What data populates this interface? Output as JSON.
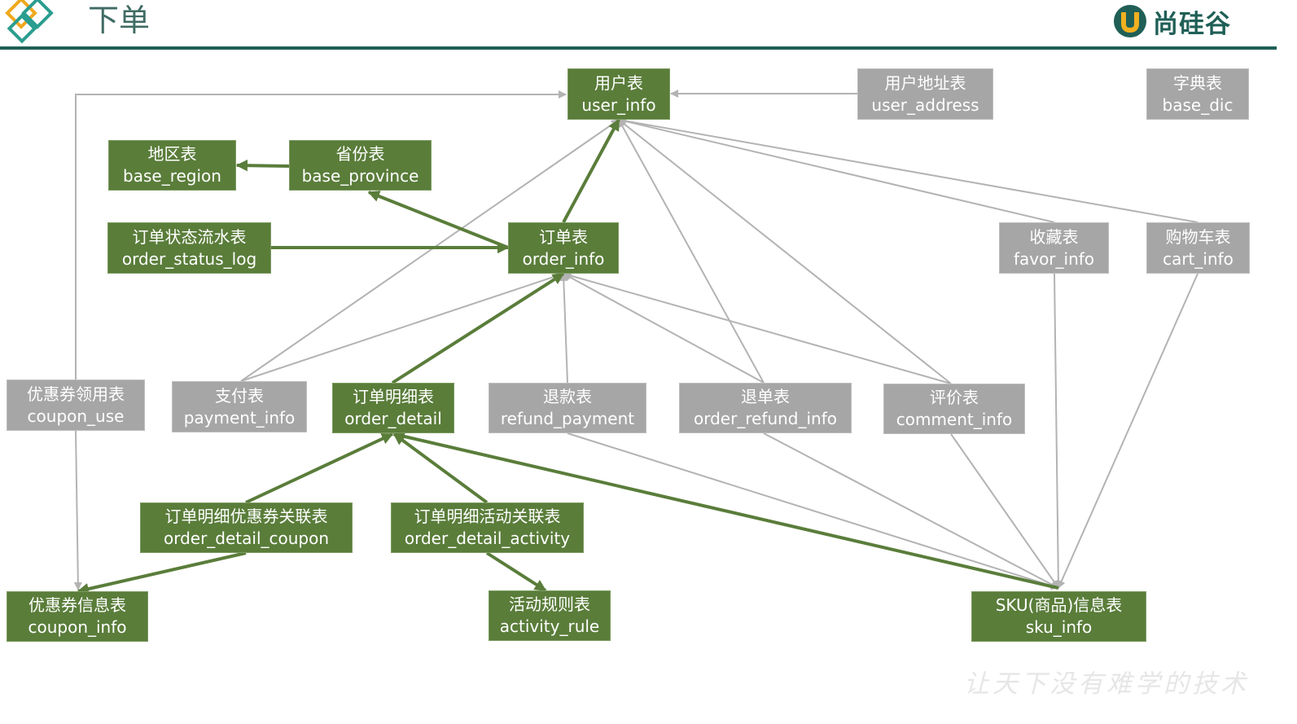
{
  "header": {
    "title": "下单",
    "brand_name": "尚硅谷",
    "brand_color": "#1f5f56",
    "logo_icon": "diamond-logo-icon",
    "brand_icon": "u-logo-icon"
  },
  "colors": {
    "green_table": "#5a7d3a",
    "gray_table": "#a6a6a6",
    "green_edge": "#5a7d3a",
    "gray_edge": "#b3b3b3"
  },
  "nodes": [
    {
      "id": "user_info",
      "cn": "用户表",
      "en": "user_info",
      "style": "green"
    },
    {
      "id": "user_address",
      "cn": "用户地址表",
      "en": "user_address",
      "style": "gray"
    },
    {
      "id": "base_dic",
      "cn": "字典表",
      "en": "base_dic",
      "style": "gray"
    },
    {
      "id": "base_region",
      "cn": "地区表",
      "en": "base_region",
      "style": "green"
    },
    {
      "id": "base_province",
      "cn": "省份表",
      "en": "base_province",
      "style": "green"
    },
    {
      "id": "order_status_log",
      "cn": "订单状态流水表",
      "en": "order_status_log",
      "style": "green"
    },
    {
      "id": "order_info",
      "cn": "订单表",
      "en": "order_info",
      "style": "green"
    },
    {
      "id": "favor_info",
      "cn": "收藏表",
      "en": "favor_info",
      "style": "gray"
    },
    {
      "id": "cart_info",
      "cn": "购物车表",
      "en": "cart_info",
      "style": "gray"
    },
    {
      "id": "coupon_use",
      "cn": "优惠券领用表",
      "en": "coupon_use",
      "style": "gray"
    },
    {
      "id": "payment_info",
      "cn": "支付表",
      "en": "payment_info",
      "style": "gray"
    },
    {
      "id": "order_detail",
      "cn": "订单明细表",
      "en": "order_detail",
      "style": "green"
    },
    {
      "id": "refund_payment",
      "cn": "退款表",
      "en": "refund_payment",
      "style": "gray"
    },
    {
      "id": "order_refund_info",
      "cn": "退单表",
      "en": "order_refund_info",
      "style": "gray"
    },
    {
      "id": "comment_info",
      "cn": "评价表",
      "en": "comment_info",
      "style": "gray"
    },
    {
      "id": "order_detail_coupon",
      "cn": "订单明细优惠券关联表",
      "en": "order_detail_coupon",
      "style": "green"
    },
    {
      "id": "order_detail_activity",
      "cn": "订单明细活动关联表",
      "en": "order_detail_activity",
      "style": "green"
    },
    {
      "id": "coupon_info",
      "cn": "优惠券信息表",
      "en": "coupon_info",
      "style": "green"
    },
    {
      "id": "activity_rule",
      "cn": "活动规则表",
      "en": "activity_rule",
      "style": "green"
    },
    {
      "id": "sku_info",
      "cn": "SKU(商品)信息表",
      "en": "sku_info",
      "style": "green"
    }
  ],
  "edges": [
    {
      "from": "order_info",
      "to": "user_info",
      "style": "green"
    },
    {
      "from": "base_province",
      "to": "base_region",
      "style": "green"
    },
    {
      "from": "order_info",
      "to": "base_province",
      "style": "green"
    },
    {
      "from": "order_status_log",
      "to": "order_info",
      "style": "green"
    },
    {
      "from": "order_detail",
      "to": "order_info",
      "style": "green"
    },
    {
      "from": "order_detail_coupon",
      "to": "order_detail",
      "style": "green"
    },
    {
      "from": "order_detail_activity",
      "to": "order_detail",
      "style": "green"
    },
    {
      "from": "order_detail_coupon",
      "to": "coupon_info",
      "style": "green"
    },
    {
      "from": "order_detail_activity",
      "to": "activity_rule",
      "style": "green"
    },
    {
      "from": "sku_info",
      "to": "order_detail",
      "style": "green"
    },
    {
      "from": "user_address",
      "to": "user_info",
      "style": "gray"
    },
    {
      "from": "coupon_use",
      "to": "user_info",
      "style": "gray",
      "path": "elbow"
    },
    {
      "from": "coupon_use",
      "to": "coupon_info",
      "style": "gray"
    },
    {
      "from": "payment_info",
      "to": "user_info",
      "style": "gray"
    },
    {
      "from": "order_refund_info",
      "to": "user_info",
      "style": "gray"
    },
    {
      "from": "comment_info",
      "to": "user_info",
      "style": "gray"
    },
    {
      "from": "favor_info",
      "to": "user_info",
      "style": "gray"
    },
    {
      "from": "cart_info",
      "to": "user_info",
      "style": "gray"
    },
    {
      "from": "payment_info",
      "to": "order_info",
      "style": "gray"
    },
    {
      "from": "refund_payment",
      "to": "order_info",
      "style": "gray"
    },
    {
      "from": "order_refund_info",
      "to": "order_info",
      "style": "gray"
    },
    {
      "from": "comment_info",
      "to": "order_info",
      "style": "gray"
    },
    {
      "from": "favor_info",
      "to": "sku_info",
      "style": "gray"
    },
    {
      "from": "cart_info",
      "to": "sku_info",
      "style": "gray"
    },
    {
      "from": "refund_payment",
      "to": "sku_info",
      "style": "gray"
    },
    {
      "from": "order_refund_info",
      "to": "sku_info",
      "style": "gray"
    },
    {
      "from": "comment_info",
      "to": "sku_info",
      "style": "gray"
    }
  ],
  "slogan": "让天下没有难学的技术"
}
